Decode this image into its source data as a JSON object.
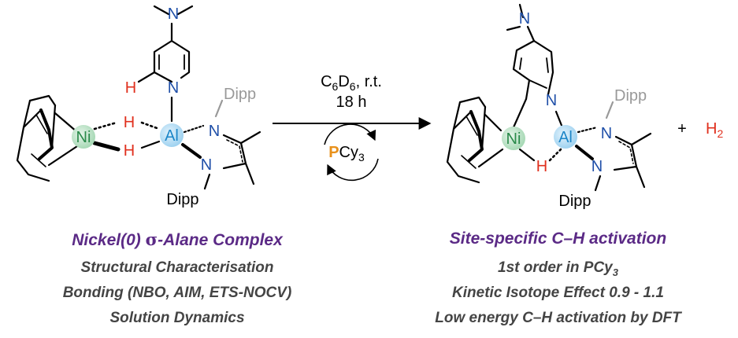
{
  "colors": {
    "purple": "#5b2a86",
    "gray_text": "#444444",
    "nitrogen": "#1f4fa8",
    "hydrogen": "#e0301e",
    "nickel": "#2a8a4a",
    "aluminum": "#1c86c8",
    "phosphorus": "#e8901a",
    "dipp_gray": "#999999"
  },
  "labels": {
    "N": "N",
    "H": "H",
    "Ni": "Ni",
    "Al": "Al",
    "Dipp": "Dipp",
    "P": "P",
    "Cy": "Cy",
    "sub3": "3",
    "plus": "+",
    "H2_H": "H",
    "H2_sub": "2"
  },
  "conditions": {
    "solvent_C": "C",
    "solvent_sub1": "6",
    "solvent_D": "D",
    "solvent_sub2": "6",
    "solvent_rest": ", r.t.",
    "time": "18 h"
  },
  "left_caption": {
    "title_pre": "Nickel(0) ",
    "title_sigma": "σ",
    "title_post": "-Alane Complex",
    "lines": [
      "Structural Characterisation",
      "Bonding (NBO, AIM, ETS-NOCV)",
      "Solution Dynamics"
    ]
  },
  "right_caption": {
    "title": "Site-specific C–H activation",
    "line1_pre": "1st order in PCy",
    "line1_sub": "3",
    "line2": "Kinetic Isotope Effect 0.9 - 1.1",
    "line3": "Low energy C–H activation by DFT"
  }
}
